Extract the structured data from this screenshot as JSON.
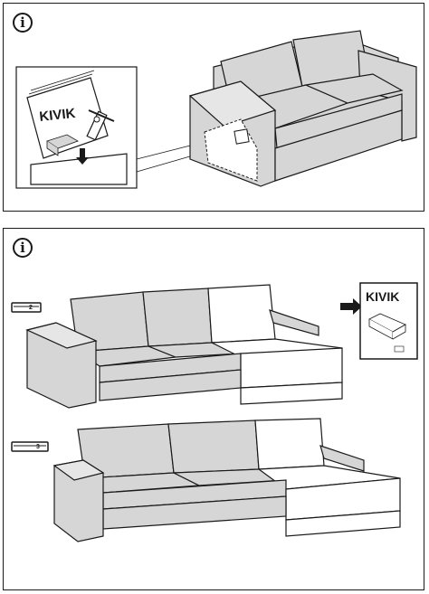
{
  "panels": {
    "top": {
      "info_symbol": "i",
      "manual_title": "KIVIK"
    },
    "bottom": {
      "info_symbol": "i",
      "manual_title": "KIVIK",
      "row_2_seat_label": "2",
      "row_3_seat_label": "3"
    }
  },
  "colors": {
    "sofa_fill": "#d6d6d6",
    "chaise_fill": "#ffffff",
    "line": "#1a1a1a",
    "background": "#ffffff"
  },
  "icons": [
    "info-icon",
    "arrow-right-icon",
    "sofa-2-seat-icon",
    "sofa-3-seat-icon",
    "tool-icon"
  ]
}
